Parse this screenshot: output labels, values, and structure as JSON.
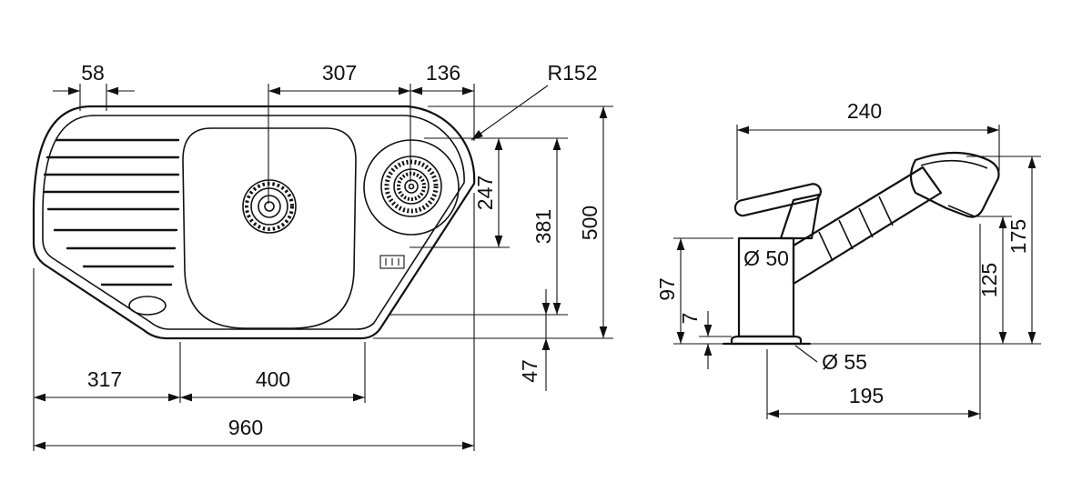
{
  "drawing": {
    "background": "#ffffff",
    "line_color": "#111111"
  },
  "sink": {
    "d58": "58",
    "d307": "307",
    "d136": "136",
    "r152": "R152",
    "d247": "247",
    "d381": "381",
    "d500": "500",
    "d47": "47",
    "d317": "317",
    "d400": "400",
    "d960": "960"
  },
  "faucet": {
    "d240": "240",
    "d97": "97",
    "d7": "7",
    "dia50": "Ø 50",
    "d125": "125",
    "d175": "175",
    "dia55": "Ø 55",
    "d195": "195"
  }
}
